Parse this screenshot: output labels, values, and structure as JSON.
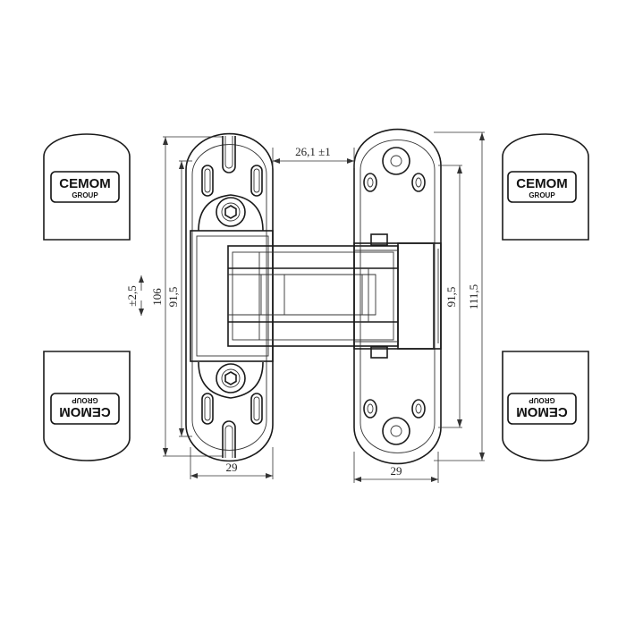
{
  "brand": {
    "name": "CEMOM",
    "sub": "GROUP"
  },
  "dimensions": {
    "height_outer_left": "106",
    "height_inner_left": "91,5",
    "tolerance_vertical": "±2,5",
    "gap_top": "26,1 ±1",
    "height_inner_right": "91,5",
    "height_outer_right": "111,5",
    "width_left": "29",
    "width_right": "29"
  },
  "colors": {
    "line": "#1a1a1a",
    "background": "#ffffff"
  }
}
